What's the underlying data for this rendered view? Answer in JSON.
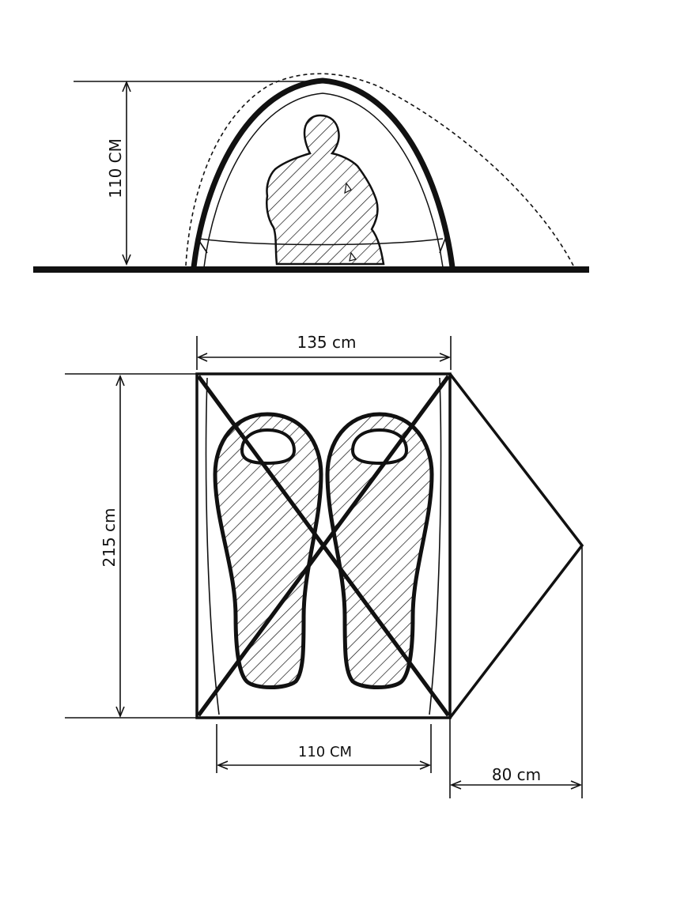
{
  "dimensions": {
    "height": "110 CM",
    "width": "135 cm",
    "length": "215 cm",
    "floor_width": "110 CM",
    "vestibule": "80 cm"
  },
  "colors": {
    "line": "#111111",
    "background": "#ffffff",
    "hatch": "#111111"
  }
}
